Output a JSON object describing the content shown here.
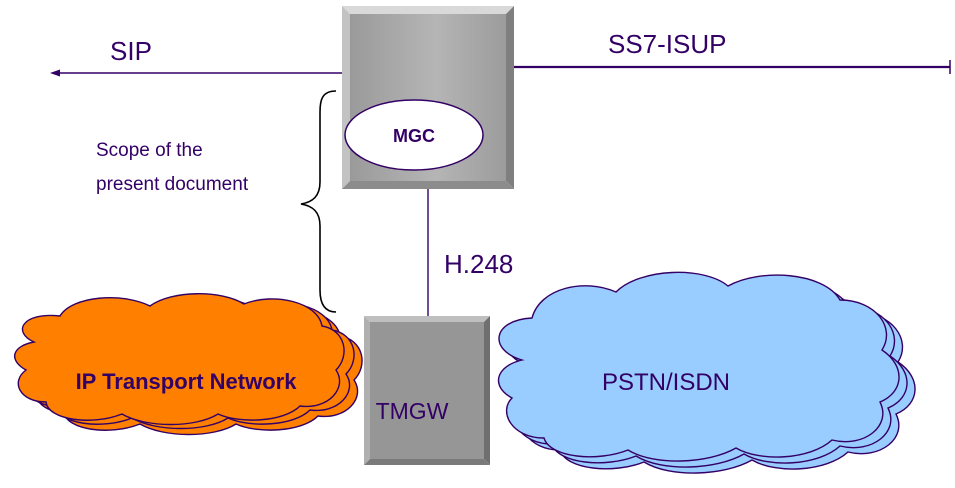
{
  "labels": {
    "sip": "SIP",
    "ss7_isup": "SS7-ISUP",
    "mgc": "MGC",
    "scope": [
      "Scope of the",
      "present document"
    ],
    "h248": "H.248",
    "ip_transport": "IP Transport Network",
    "tmgw": "TMGW",
    "pstn_isdn": "PSTN/ISDN"
  },
  "colors": {
    "text": "#330066",
    "line": "#330066",
    "box_light": "#c0c0c0",
    "box_face": "#a6a6a6",
    "box_dark": "#808080",
    "mgc_ellipse": "#ffffff",
    "ip_cloud": "#ff8000",
    "pstn_cloud": "#99ccff",
    "cloud_outline": "#330066"
  }
}
